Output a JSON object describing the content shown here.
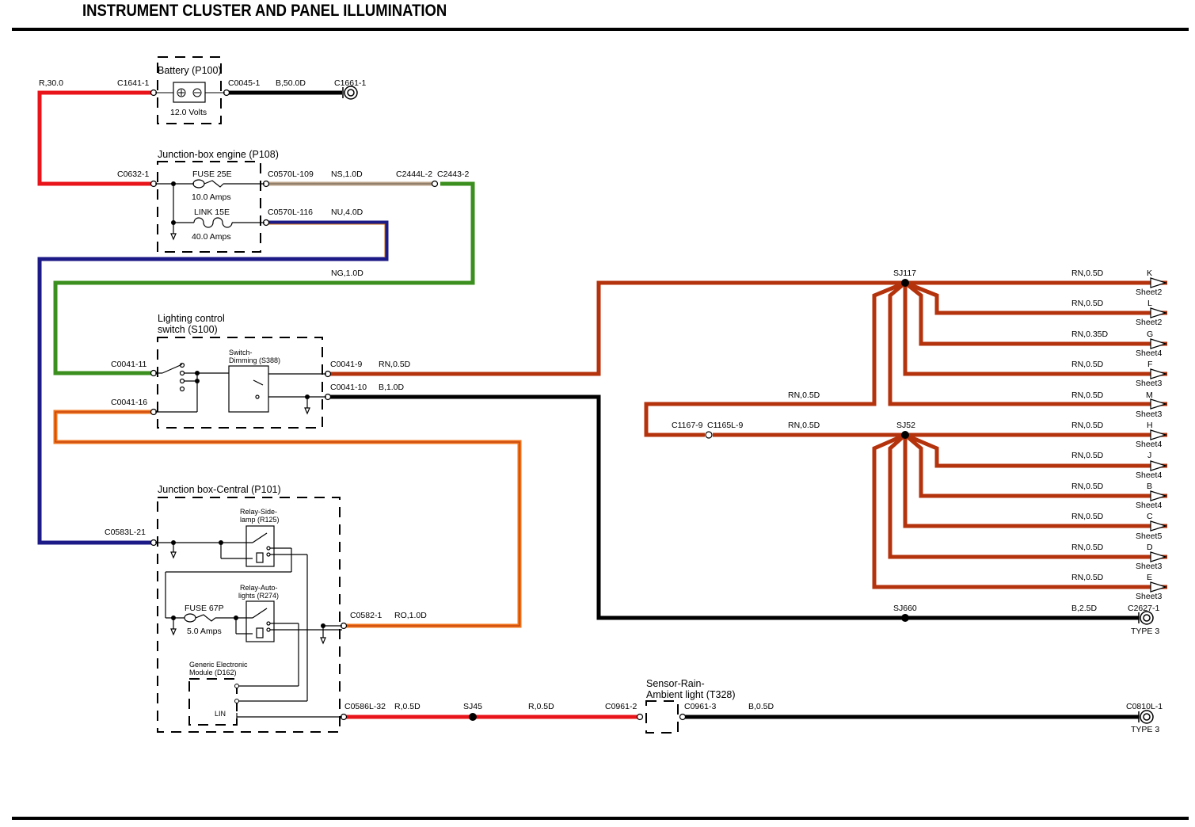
{
  "title": "INSTRUMENT CLUSTER AND PANEL ILLUMINATION",
  "colors": {
    "red": "#e8141a",
    "black": "#000000",
    "green": "#3b8f1e",
    "navy": "#1c1a86",
    "brown": "#b4320c",
    "tan": "#bca58d",
    "orange": "#f0741c",
    "rn": "#b4320c"
  },
  "components": {
    "battery": {
      "name": "Battery (P100)",
      "rating": "12.0 Volts"
    },
    "junction_engine": {
      "name": "Junction-box engine (P108)",
      "fuse_name": "FUSE 25E",
      "fuse_rating": "10.0 Amps",
      "link_name": "LINK 15E",
      "link_rating": "40.0 Amps"
    },
    "lighting_switch": {
      "name_line1": "Lighting control",
      "name_line2": "switch (S100)",
      "dimming_line1": "Switch-",
      "dimming_line2": "Dimming (S388)"
    },
    "junction_central": {
      "name": "Junction box-Central (P101)",
      "relay_side_line1": "Relay-Side-",
      "relay_side_line2": "lamp (R125)",
      "relay_auto_line1": "Relay-Auto-",
      "relay_auto_line2": "lights (R274)",
      "fuse_name": "FUSE 67P",
      "fuse_rating": "5.0 Amps",
      "gem_line1": "Generic Electronic",
      "gem_line2": "Module (D162)",
      "lin": "LIN"
    },
    "sensor": {
      "name_line1": "Sensor-Rain-",
      "name_line2": "Ambient light (T328)"
    }
  },
  "connectors": {
    "c1641": "C1641-1",
    "c0045": "C0045-1",
    "c1661": "C1661-1",
    "c0632": "C0632-1",
    "c0570_109": "C0570L-109",
    "c0570_116": "C0570L-116",
    "c2444": "C2444L-2",
    "c2443": "C2443-2",
    "c0041_11": "C0041-11",
    "c0041_16": "C0041-16",
    "c0041_9": "C0041-9",
    "c0041_10": "C0041-10",
    "c0583": "C0583L-21",
    "c0582": "C0582-1",
    "c0586": "C0586L-32",
    "c0961_2": "C0961-2",
    "c0961_3": "C0961-3",
    "c0810": "C0810L-1",
    "c1167": "C1167-9",
    "c1165": "C1165L-9",
    "c2627": "C2627-1"
  },
  "wires": {
    "r30": "R,30.0",
    "b50": "B,50.0D",
    "ns10": "NS,1.0D",
    "nu40": "NU,4.0D",
    "ng10": "NG,1.0D",
    "rn05": "RN,0.5D",
    "b10": "B,1.0D",
    "ro10": "RO,1.0D",
    "r05": "R,0.5D",
    "b25": "B,2.5D",
    "b05": "B,0.5D",
    "rn035": "RN,0.35D"
  },
  "splices": {
    "sj117": "SJ117",
    "sj52": "SJ52",
    "sj660": "SJ660",
    "sj45": "SJ45"
  },
  "terminal_type": "TYPE 3",
  "outputs": [
    {
      "letter": "K",
      "sheet": "Sheet2",
      "wire": "RN,0.5D"
    },
    {
      "letter": "L",
      "sheet": "Sheet2",
      "wire": "RN,0.5D"
    },
    {
      "letter": "G",
      "sheet": "Sheet4",
      "wire": "RN,0.35D"
    },
    {
      "letter": "F",
      "sheet": "Sheet3",
      "wire": "RN,0.5D"
    },
    {
      "letter": "M",
      "sheet": "Sheet3",
      "wire": "RN,0.5D"
    },
    {
      "letter": "H",
      "sheet": "Sheet4",
      "wire": "RN,0.5D"
    },
    {
      "letter": "J",
      "sheet": "Sheet4",
      "wire": "RN,0.5D"
    },
    {
      "letter": "B",
      "sheet": "Sheet4",
      "wire": "RN,0.5D"
    },
    {
      "letter": "C",
      "sheet": "Sheet5",
      "wire": "RN,0.5D"
    },
    {
      "letter": "D",
      "sheet": "Sheet3",
      "wire": "RN,0.5D"
    },
    {
      "letter": "E",
      "sheet": "Sheet3",
      "wire": "RN,0.5D"
    }
  ]
}
